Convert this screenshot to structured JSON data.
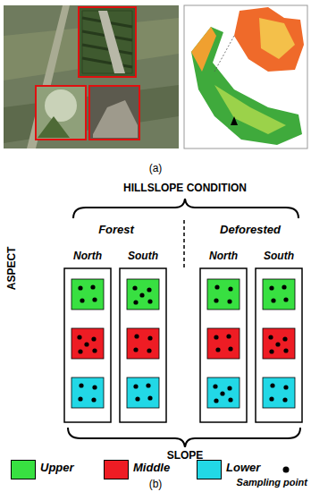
{
  "diagram": {
    "labels": [
      "(a)",
      "HILLSLOPE CONDITION",
      "Forest",
      "Deforested",
      "ASPECT",
      "North",
      "South",
      "North",
      "South",
      "SLOPE",
      "(b)"
    ],
    "legend": [
      {
        "text": "Upper",
        "color": "#38e041"
      },
      {
        "text": "Middle",
        "color": "#ee1c24"
      },
      {
        "text": "Lower",
        "color": "#22d8e6"
      },
      {
        "text": "Sampling point"
      }
    ]
  }
}
